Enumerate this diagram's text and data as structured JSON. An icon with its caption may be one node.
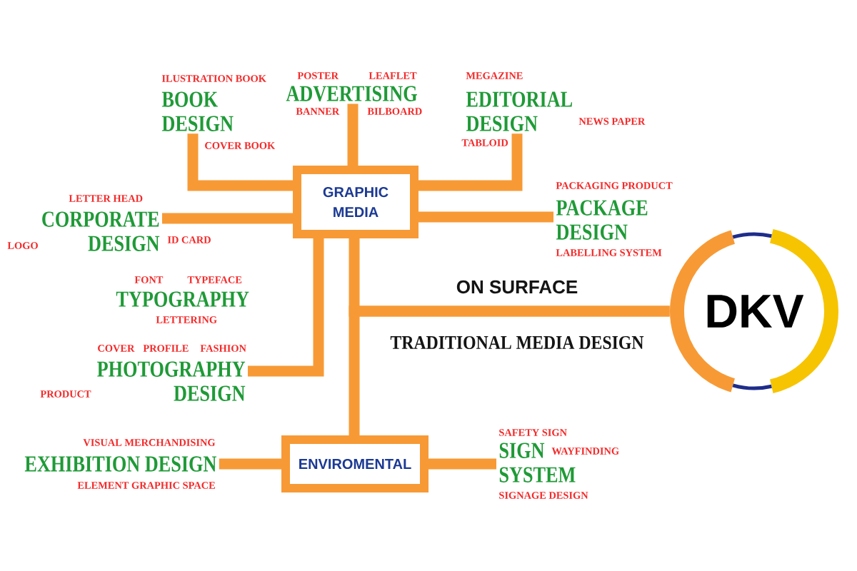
{
  "diagram": {
    "nodes": [
      {
        "text": [
          "BOOK DESIGN"
        ],
        "beside": [
          "ILUSTRATION BOOK",
          "COVER BOOK"
        ]
      },
      {
        "text": [
          "ADVERTISING"
        ],
        "beside": [
          "POSTER",
          "LEAFLET",
          "BANNER",
          "BILBOARD"
        ]
      },
      {
        "text": [
          "EDITORIAL DESIGN"
        ],
        "beside": [
          "MEGAZINE",
          "NEWS PAPER",
          "TABLOID"
        ]
      },
      {
        "text": [
          "GRAPHIC MEDIA"
        ]
      },
      {
        "text": [
          "CORPORATE DESIGN"
        ],
        "beside": [
          "LETTER HEAD",
          "LOGO",
          "ID CARD"
        ]
      },
      {
        "text": [
          "PACKAGE DESIGN"
        ],
        "beside": [
          "PACKAGING PRODUCT",
          "LABELLING SYSTEM"
        ]
      },
      {
        "text": [
          "TYPOGRAPHY"
        ],
        "beside": [
          "FONT",
          "TYPEFACE",
          "LETTERING"
        ]
      },
      {
        "text": [
          "DKV"
        ]
      },
      {
        "text": [
          "PHOTOGRAPHY DESIGN"
        ],
        "beside": [
          "COVER",
          "PROFILE",
          "FASHION",
          "PRODUCT"
        ]
      },
      {
        "text": [
          "ENVIROMENTAL"
        ]
      },
      {
        "text": [
          "EXHIBITION DESIGN"
        ],
        "beside": [
          "VISUAL MERCHANDISING",
          "ELEMENT GRAPHIC SPACE"
        ]
      },
      {
        "text": [
          "SIGN SYSTEM"
        ],
        "beside": [
          "SAFETY SIGN",
          "WAYFINDING",
          "SIGNAGE DESIGN"
        ]
      }
    ],
    "edges": [
      {
        "from": 7,
        "to": 3,
        "arrow": "none"
      },
      {
        "from": 7,
        "to": 9,
        "arrow": "none"
      },
      {
        "from": 3,
        "to": 0,
        "arrow": "none"
      },
      {
        "from": 3,
        "to": 1,
        "arrow": "none"
      },
      {
        "from": 3,
        "to": 2,
        "arrow": "none"
      },
      {
        "from": 3,
        "to": 4,
        "arrow": "none"
      },
      {
        "from": 3,
        "to": 5,
        "arrow": "none"
      },
      {
        "from": 3,
        "to": 8,
        "arrow": "none"
      },
      {
        "from": 9,
        "to": 10,
        "arrow": "none"
      },
      {
        "from": 9,
        "to": 11,
        "arrow": "none"
      }
    ],
    "labels": [
      "ON SURFACE",
      "TRADITIONAL MEDIA DESIGN"
    ]
  }
}
